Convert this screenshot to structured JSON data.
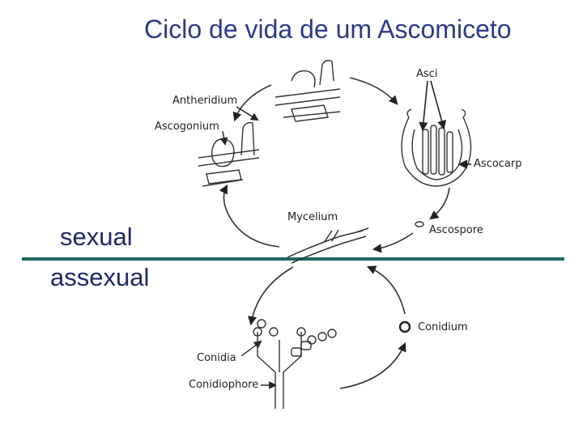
{
  "title": "Ciclo de vida de um Ascomiceto",
  "side_labels": {
    "sexual": "sexual",
    "asexual": "assexual"
  },
  "labels": {
    "asci": "Asci",
    "antheridium": "Antheridium",
    "ascogonium": "Ascogonium",
    "ascocarp": "Ascocarp",
    "mycelium": "Mycelium",
    "ascospore": "Ascospore",
    "conidium": "Conidium",
    "conidia": "Conidia",
    "conidiophore": "Conidiophore"
  },
  "colors": {
    "title": "#2e3a87",
    "divider": "#1d6b63",
    "ink": "#222222"
  }
}
